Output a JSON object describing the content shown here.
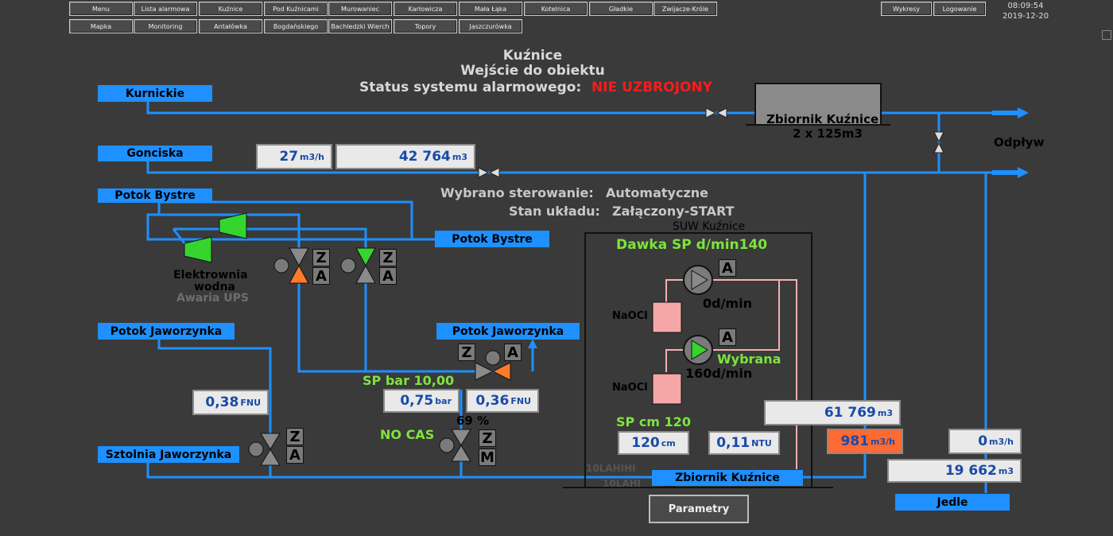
{
  "nav": {
    "row1": [
      "Menu",
      "Lista alarmowa",
      "Kuźnice",
      "Pod Kuźnicami",
      "Murowaniec",
      "Karłowicza",
      "Mała Łąka",
      "Kotelnica",
      "Gładkie",
      "Zwijacze-Króle"
    ],
    "row2": [
      "Mapka",
      "Monitoring",
      "Antałówka",
      "Bogdańskiego",
      "Bachledzki Wierch",
      "Topory",
      "Jaszczurówka"
    ],
    "right": [
      "Wykresy",
      "Logowanie"
    ]
  },
  "clock": {
    "time": "08:09:54",
    "date": "2019-12-20"
  },
  "header": {
    "object": "Kuźnice",
    "event": "Wejście do obiektu",
    "status_label": "Status systemu alarmowego:",
    "status_value": "NIE UZBROJONY"
  },
  "control": {
    "mode_label": "Wybrano sterowanie:",
    "mode_value": "Automatyczne",
    "state_label": "Stan układu:",
    "state_value": "Załączony-START"
  },
  "labels": {
    "kurnickie": "Kurnickie",
    "gonciska": "Gonciska",
    "potok_bystre_left": "Potok Bystre",
    "potok_bystre_right": "Potok Bystre",
    "potok_jaworzynka_left": "Potok Jaworzynka",
    "potok_jaworzynka_mid": "Potok Jaworzynka",
    "sztolnia": "Sztolnia Jaworzynka",
    "zbiornik_bottom": "Zbiornik Kuźnice",
    "jedle": "Jedle"
  },
  "tank_top": {
    "name": "Zbiornik Kuźnice",
    "capacity": "2 x 125m3"
  },
  "odplyw": "Odpływ",
  "elektrownia": {
    "line1": "Elektrownia",
    "line2": "wodna",
    "alarm": "Awaria UPS"
  },
  "values": {
    "gonciska_flow": {
      "value": "27",
      "unit": "m3/h"
    },
    "gonciska_total": {
      "value": "42 764",
      "unit": "m3"
    },
    "jaw_fnu": {
      "value": "0,38",
      "unit": "FNU"
    },
    "pressure": {
      "value": "0,75",
      "unit": "bar"
    },
    "turb_mid": {
      "value": "0,36",
      "unit": "FNU"
    },
    "level": {
      "value": "120",
      "unit": "cm"
    },
    "ntu": {
      "value": "0,11",
      "unit": "NTU"
    },
    "total_suw": {
      "value": "61 769",
      "unit": "m3"
    },
    "flow_suw": {
      "value": "981",
      "unit": "m3/h"
    },
    "jedle_flow": {
      "value": "0",
      "unit": "m3/h"
    },
    "jedle_total": {
      "value": "19 662",
      "unit": "m3"
    }
  },
  "setpoints": {
    "sp_bar": "SP bar 10,00",
    "no_cas": "NO CAS",
    "percent": "69 %",
    "sp_cm": "SP cm 120"
  },
  "suw": {
    "title": "SUW Kuźnice",
    "dose": "Dawka SP d/min140",
    "pump1_rate": "0d/min",
    "pump2_rate": "160d/min",
    "pump2_state": "Wybrana",
    "naocl1": "NaOCl",
    "naocl2": "NaOCl",
    "lahihi": "10LAHIHI",
    "lahi": "10LAHI"
  },
  "buttons": {
    "parametry": "Parametry"
  },
  "za": {
    "z": "Z",
    "a": "A",
    "m": "M"
  },
  "colors": {
    "pipe": "#1e90ff",
    "pump_on": "#35d42f",
    "valve_active": "#ff7a2a",
    "alarm": "#ff1a1a",
    "naocl": "#f5a6a6"
  }
}
